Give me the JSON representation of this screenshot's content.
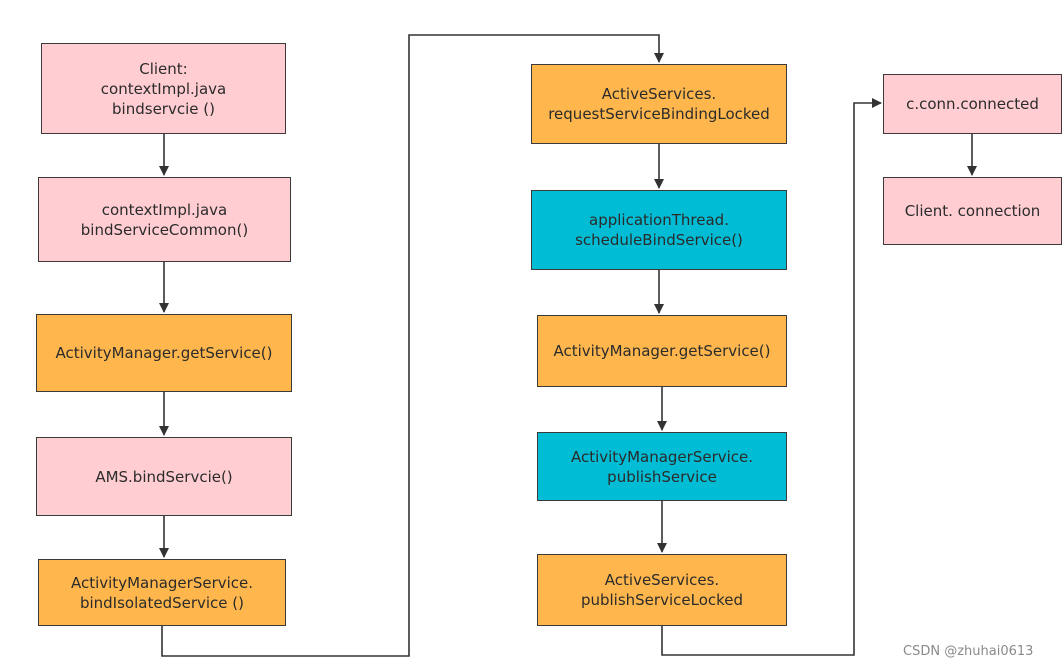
{
  "nodes": {
    "n1": {
      "text": "Client:\ncontextImpl.java\nbindservcie  ()"
    },
    "n2": {
      "text": "contextImpl.java\nbindServiceCommon()"
    },
    "n3": {
      "text": "ActivityManager.getService()"
    },
    "n4": {
      "text": "AMS.bindServcie()"
    },
    "n5": {
      "text": "ActivityManagerService.\nbindIsolatedService  ()"
    },
    "n6": {
      "text": "ActiveServices.\nrequestServiceBindingLocked"
    },
    "n7": {
      "text": "applicationThread.\nscheduleBindService()"
    },
    "n8": {
      "text": "ActivityManager.getService()"
    },
    "n9": {
      "text": "ActivityManagerService.\npublishService"
    },
    "n10": {
      "text": "ActiveServices.\npublishServiceLocked"
    },
    "n11": {
      "text": "c.conn.connected"
    },
    "n12": {
      "text": "Client. connection"
    }
  },
  "colors": {
    "pink": "#ffcdd2",
    "orange": "#ffb74d",
    "teal": "#00bcd4",
    "line": "#333333"
  },
  "watermark": "CSDN @zhuhai0613"
}
